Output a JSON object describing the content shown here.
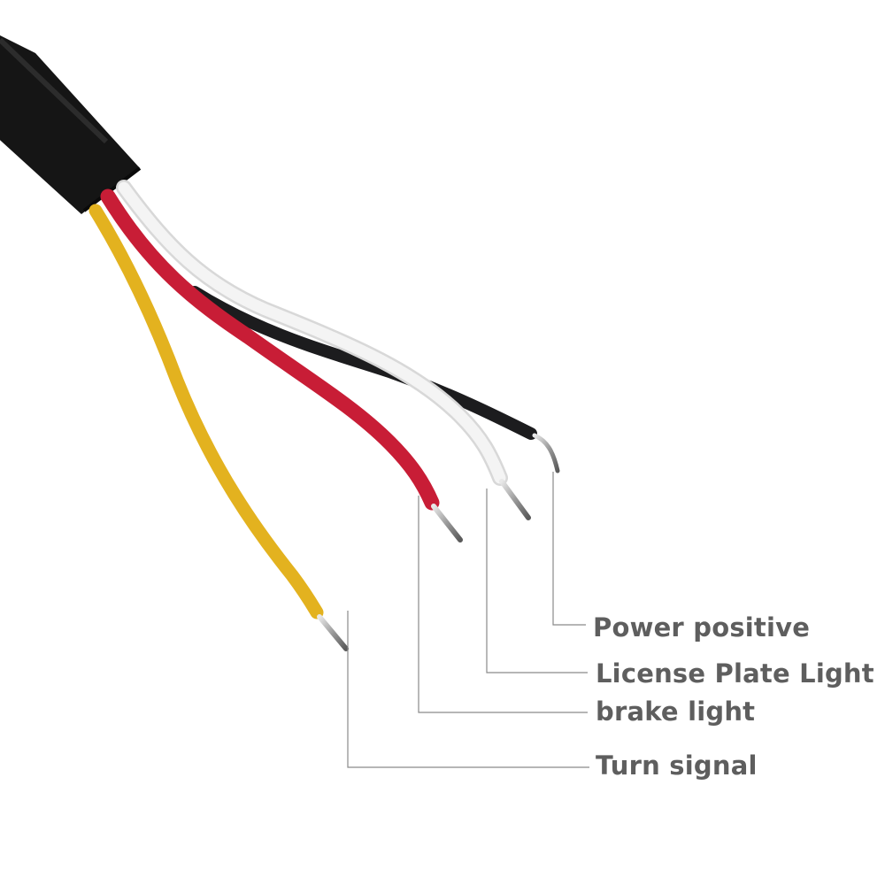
{
  "image": {
    "subject": "4-wire cable with stripped ends",
    "background": "#ffffff"
  },
  "wires": [
    {
      "name": "yellow-wire",
      "color": "#e3b21f"
    },
    {
      "name": "red-wire",
      "color": "#c81d36"
    },
    {
      "name": "white-wire",
      "color": "#f1f1f1"
    },
    {
      "name": "black-wire",
      "color": "#1c1c1e"
    }
  ],
  "callouts": [
    {
      "label": "Power positive",
      "wire": "black-wire"
    },
    {
      "label": "License Plate Light",
      "wire": "white-wire"
    },
    {
      "label": "brake light",
      "wire": "red-wire"
    },
    {
      "label": "Turn signal",
      "wire": "yellow-wire"
    }
  ],
  "colors": {
    "label_text": "#5e5e5e",
    "leader_line": "#8a8a8a",
    "jacket": "#151515"
  }
}
